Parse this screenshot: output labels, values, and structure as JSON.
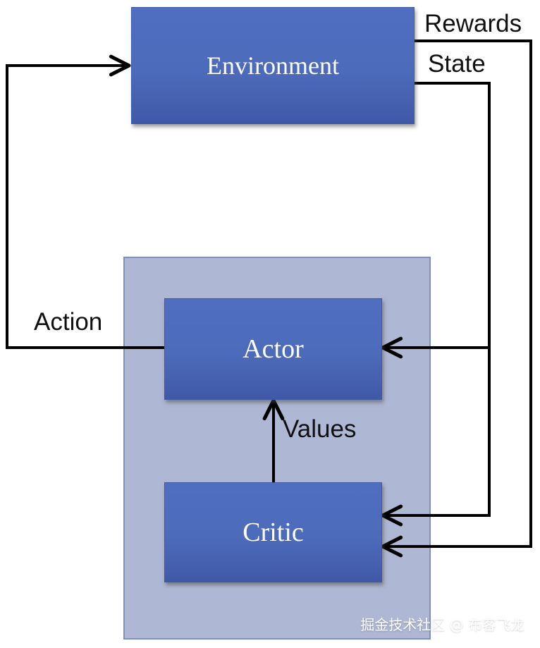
{
  "diagram": {
    "nodes": {
      "environment": "Environment",
      "actor": "Actor",
      "critic": "Critic"
    },
    "edge_labels": {
      "rewards": "Rewards",
      "state": "State",
      "action": "Action",
      "values": "Values"
    },
    "watermark": "掘金技术社区 @ 布客飞龙",
    "colors": {
      "node_fill": "#4d6bbb",
      "node_border": "#3f5aa5",
      "agent_panel_fill": "#aeb7d3",
      "agent_panel_border": "#7f8fbe",
      "arrow": "#000000",
      "text_dark": "#111111",
      "node_text": "#ffffff"
    }
  }
}
